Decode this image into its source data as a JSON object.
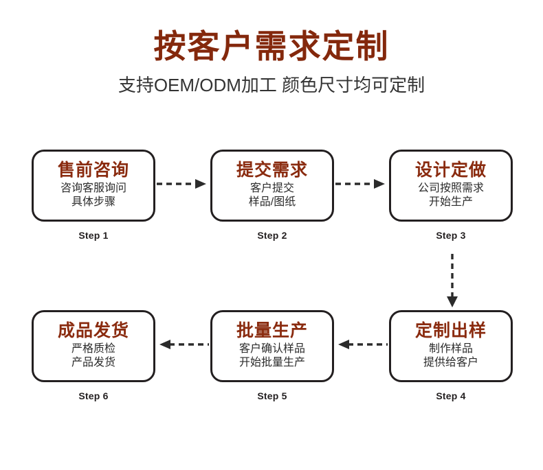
{
  "header": {
    "title": "按客户需求定制",
    "subtitle": "支持OEM/ODM加工 颜色尺寸均可定制",
    "title_color": "#84280c",
    "subtitle_color": "#333333"
  },
  "theme": {
    "box_border_color": "#231f20",
    "box_title_color": "#8a2b0f",
    "box_desc_color": "#2b2b2b",
    "step_highlight_color": "#fbc016",
    "arrow_color": "#2b2b2b",
    "background": "#ffffff"
  },
  "flow": {
    "steps": [
      {
        "id": "step-1",
        "title": "售前咨询",
        "desc_line1": "咨询客服询问",
        "desc_line2": "具体步骤",
        "label": "Step 1"
      },
      {
        "id": "step-2",
        "title": "提交需求",
        "desc_line1": "客户提交",
        "desc_line2": "样品/图纸",
        "label": "Step 2"
      },
      {
        "id": "step-3",
        "title": "设计定做",
        "desc_line1": "公司按照需求",
        "desc_line2": "开始生产",
        "label": "Step 3"
      },
      {
        "id": "step-4",
        "title": "定制出样",
        "desc_line1": "制作样品",
        "desc_line2": "提供给客户",
        "label": "Step 4"
      },
      {
        "id": "step-5",
        "title": "批量生产",
        "desc_line1": "客户确认样品",
        "desc_line2": "开始批量生产",
        "label": "Step 5"
      },
      {
        "id": "step-6",
        "title": "成品发货",
        "desc_line1": "严格质检",
        "desc_line2": "产品发货",
        "label": "Step 6"
      }
    ],
    "connectors": [
      {
        "id": "conn-1-2",
        "from": "step-1",
        "to": "step-2",
        "direction": "right",
        "style": "dashed"
      },
      {
        "id": "conn-2-3",
        "from": "step-2",
        "to": "step-3",
        "direction": "right",
        "style": "dashed"
      },
      {
        "id": "conn-3-4",
        "from": "step-3",
        "to": "step-4",
        "direction": "down",
        "style": "dashed"
      },
      {
        "id": "conn-4-5",
        "from": "step-4",
        "to": "step-5",
        "direction": "left",
        "style": "dashed"
      },
      {
        "id": "conn-5-6",
        "from": "step-5",
        "to": "step-6",
        "direction": "left",
        "style": "dashed"
      }
    ]
  }
}
